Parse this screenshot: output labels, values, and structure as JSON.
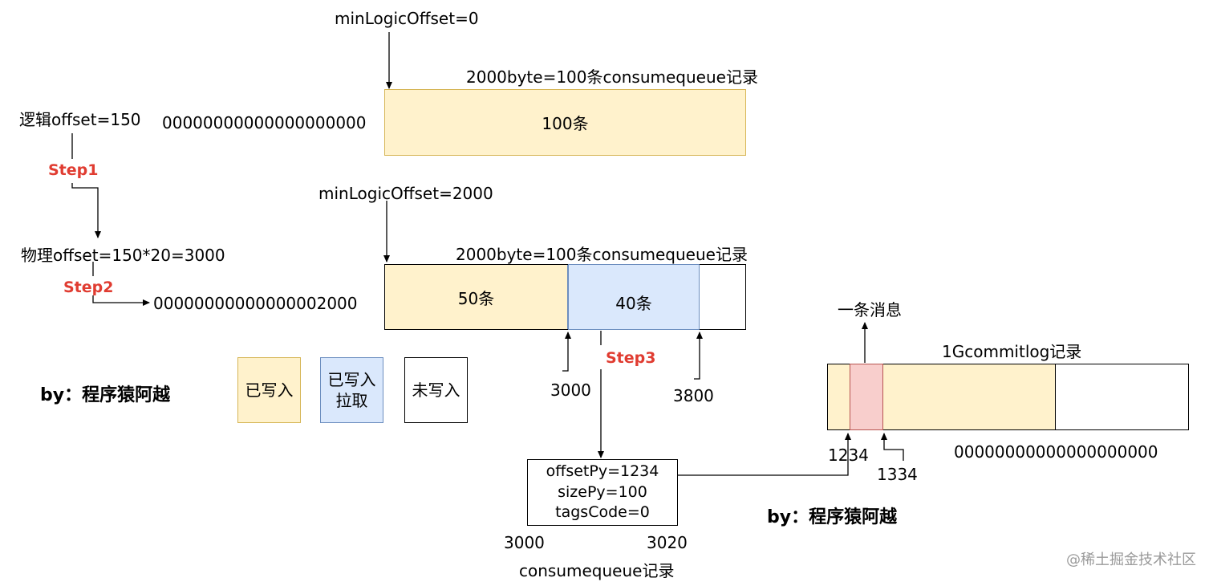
{
  "top": {
    "min_logic_offset": "minLogicOffset=0",
    "block_title": "2000byte=100条consumequeue记录",
    "filename": "00000000000000000000",
    "segment_label": "100条"
  },
  "logic": {
    "logic_offset": "逻辑offset=150",
    "step1": "Step1",
    "physical_offset": "物理offset=150*20=3000",
    "step2": "Step2"
  },
  "middle": {
    "min_logic_offset": "minLogicOffset=2000",
    "block_title": "2000byte=100条consumequeue记录",
    "filename": "00000000000000002000",
    "written_segment": "50条",
    "pulled_segment": "40条",
    "step3": "Step3",
    "marker_start": "3000",
    "marker_end": "3800"
  },
  "legend": {
    "author": "by：程序猿阿越",
    "written": "已写入",
    "pulled_line1": "已写入",
    "pulled_line2": "拉取",
    "unwritten": "未写入"
  },
  "record": {
    "line1": "offsetPy=1234",
    "line2": "sizePy=100",
    "line3": "tagsCode=0",
    "start": "3000",
    "end": "3020",
    "caption": "consumequeue记录"
  },
  "commitlog": {
    "message_label": "一条消息",
    "title": "1Gcommitlog记录",
    "msg_start": "1234",
    "msg_end": "1334",
    "filename": "00000000000000000000",
    "author": "by：程序猿阿越"
  },
  "watermark": "@稀土掘金技术社区",
  "colors": {
    "written": "#fff2cc",
    "pulled": "#dae8fc",
    "message": "#f8cecc",
    "step": "#e03c31"
  }
}
